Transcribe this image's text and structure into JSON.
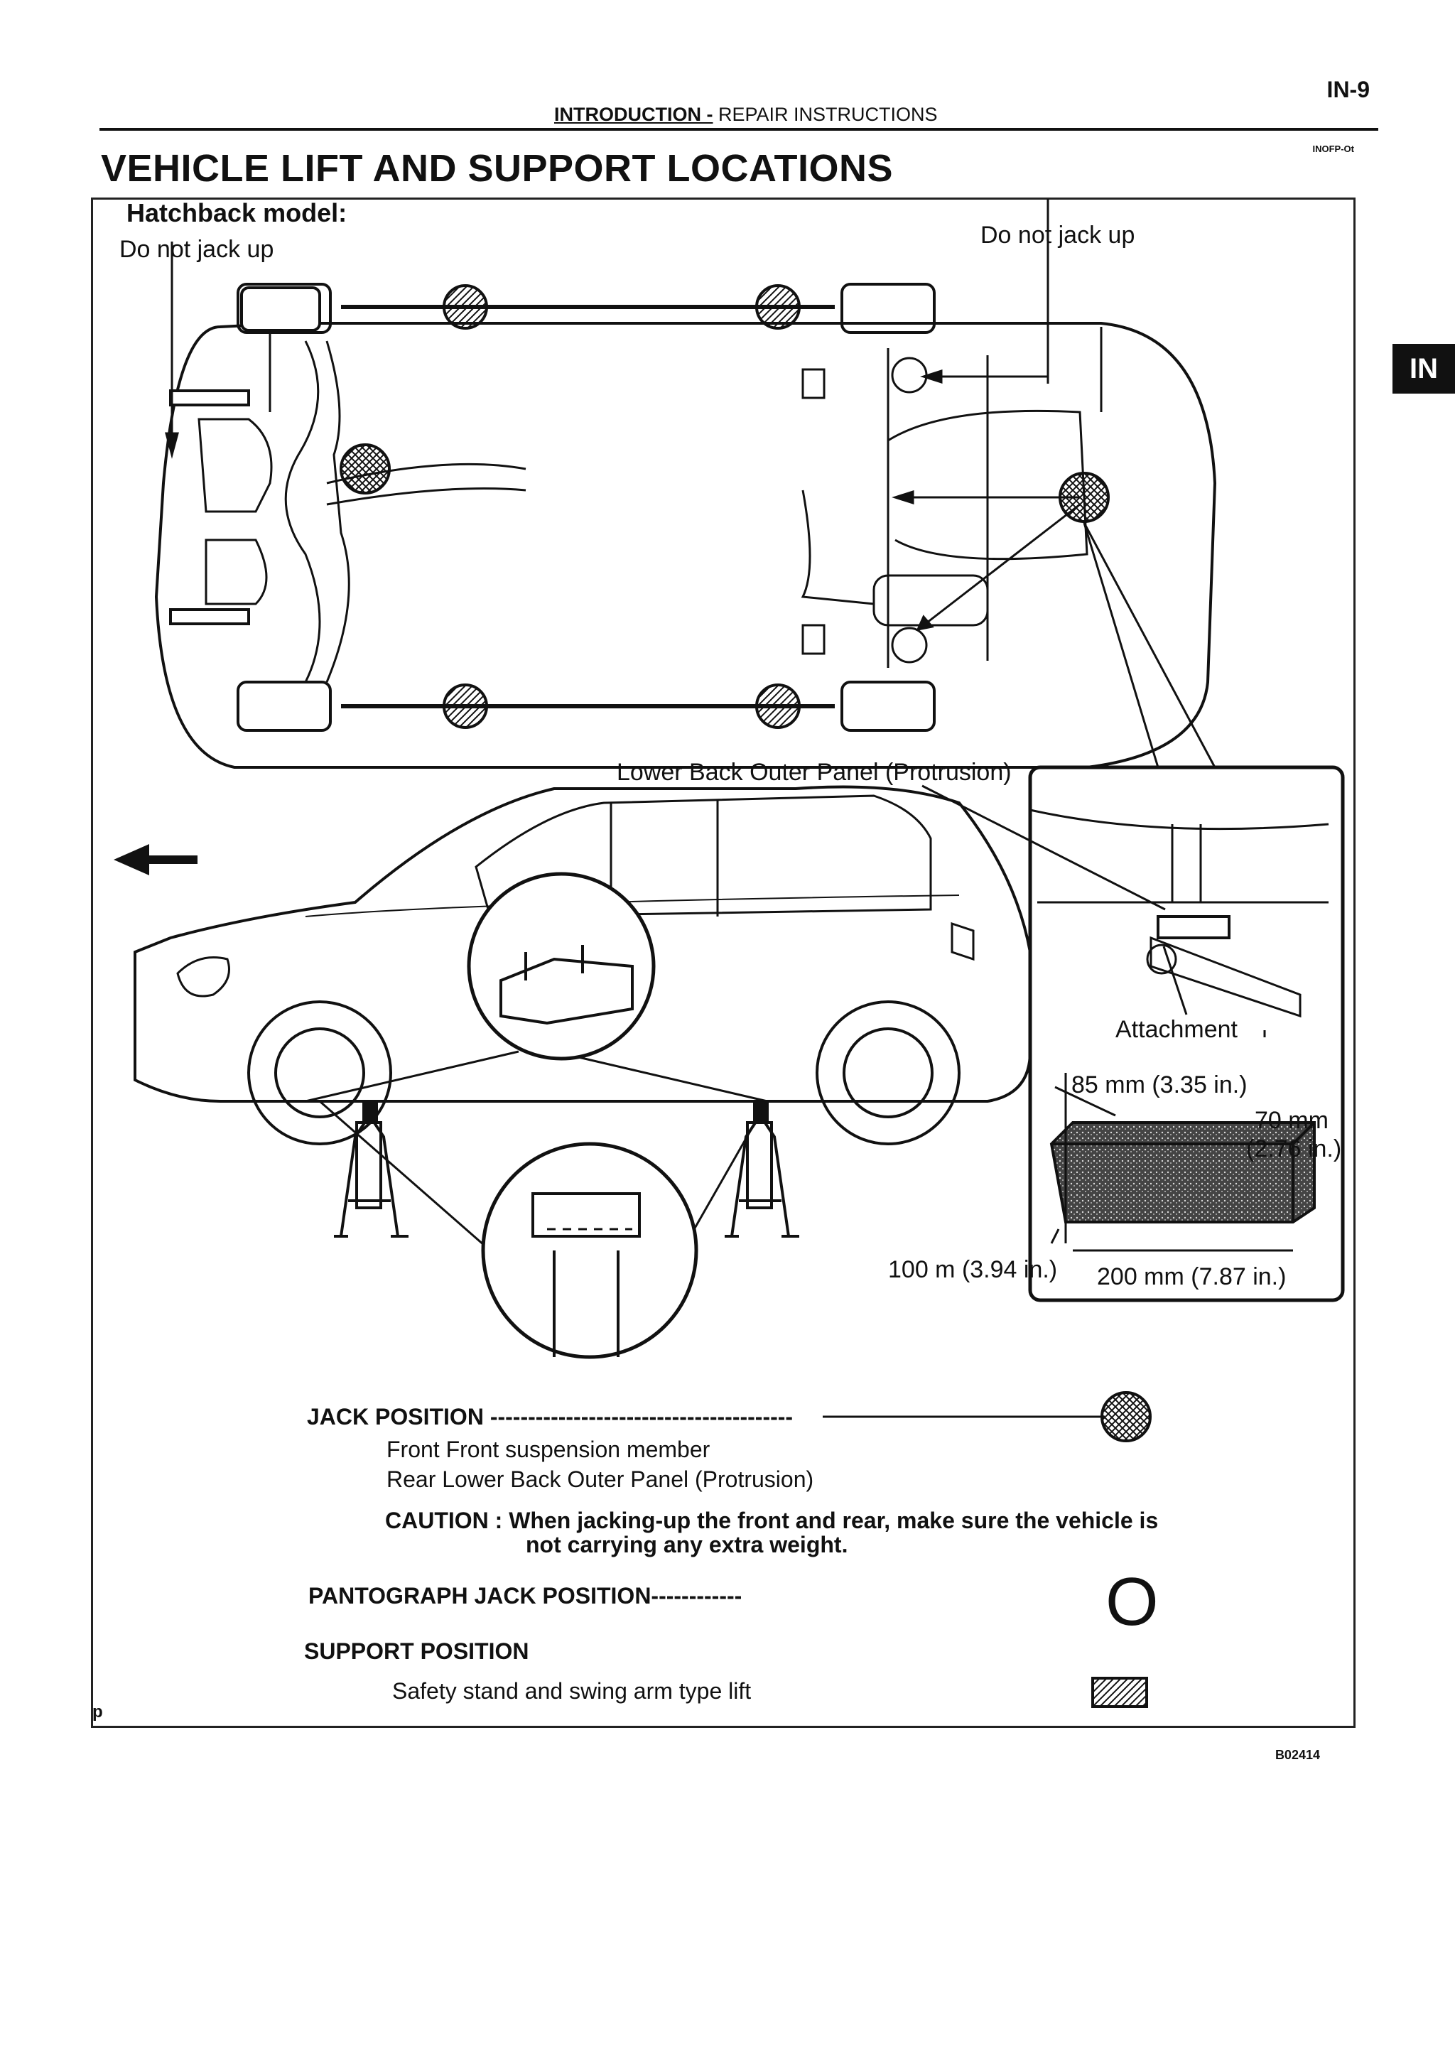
{
  "header": {
    "page_number": "IN-9",
    "section_bold": "INTRODUCTION -",
    "section_rest": "REPAIR INSTRUCTIONS",
    "doc_code": "INOFP-Ot",
    "title": "VEHICLE LIFT AND SUPPORT LOCATIONS",
    "side_tab": "IN"
  },
  "figure": {
    "model": "Hatchback model:",
    "do_not_jack_left": "Do not jack up",
    "do_not_jack_right": "Do not jack up",
    "lower_back_panel": "Lower Back Outer Panel (Protrusion)",
    "attachment": "Attachment",
    "dim_85": "85 mm (3.35 in.)",
    "dim_70a": "70 mm",
    "dim_70b": "(2.76 in.)",
    "dim_100": "100 m (3.94 in.)",
    "dim_200": "200 mm (7.87 in.)",
    "figure_code": "B02414",
    "corner_mark": "p"
  },
  "legend": {
    "jack_position": "JACK POSITION",
    "jack_dashes": "----------------------------------------",
    "jack_front": "Front Front suspension member",
    "jack_rear": "Rear Lower Back Outer Panel (Protrusion)",
    "caution_line1": "CAUTION : When jacking-up the front and rear, make sure the vehicle is",
    "caution_line2": "not carrying any extra weight.",
    "pantograph": "PANTOGRAPH JACK POSITION------------",
    "pantograph_symbol": "O",
    "support_position": "SUPPORT POSITION",
    "support_desc": "Safety stand and swing arm type lift"
  },
  "colors": {
    "ink": "#111111",
    "paper": "#ffffff",
    "tab": "#111111"
  }
}
